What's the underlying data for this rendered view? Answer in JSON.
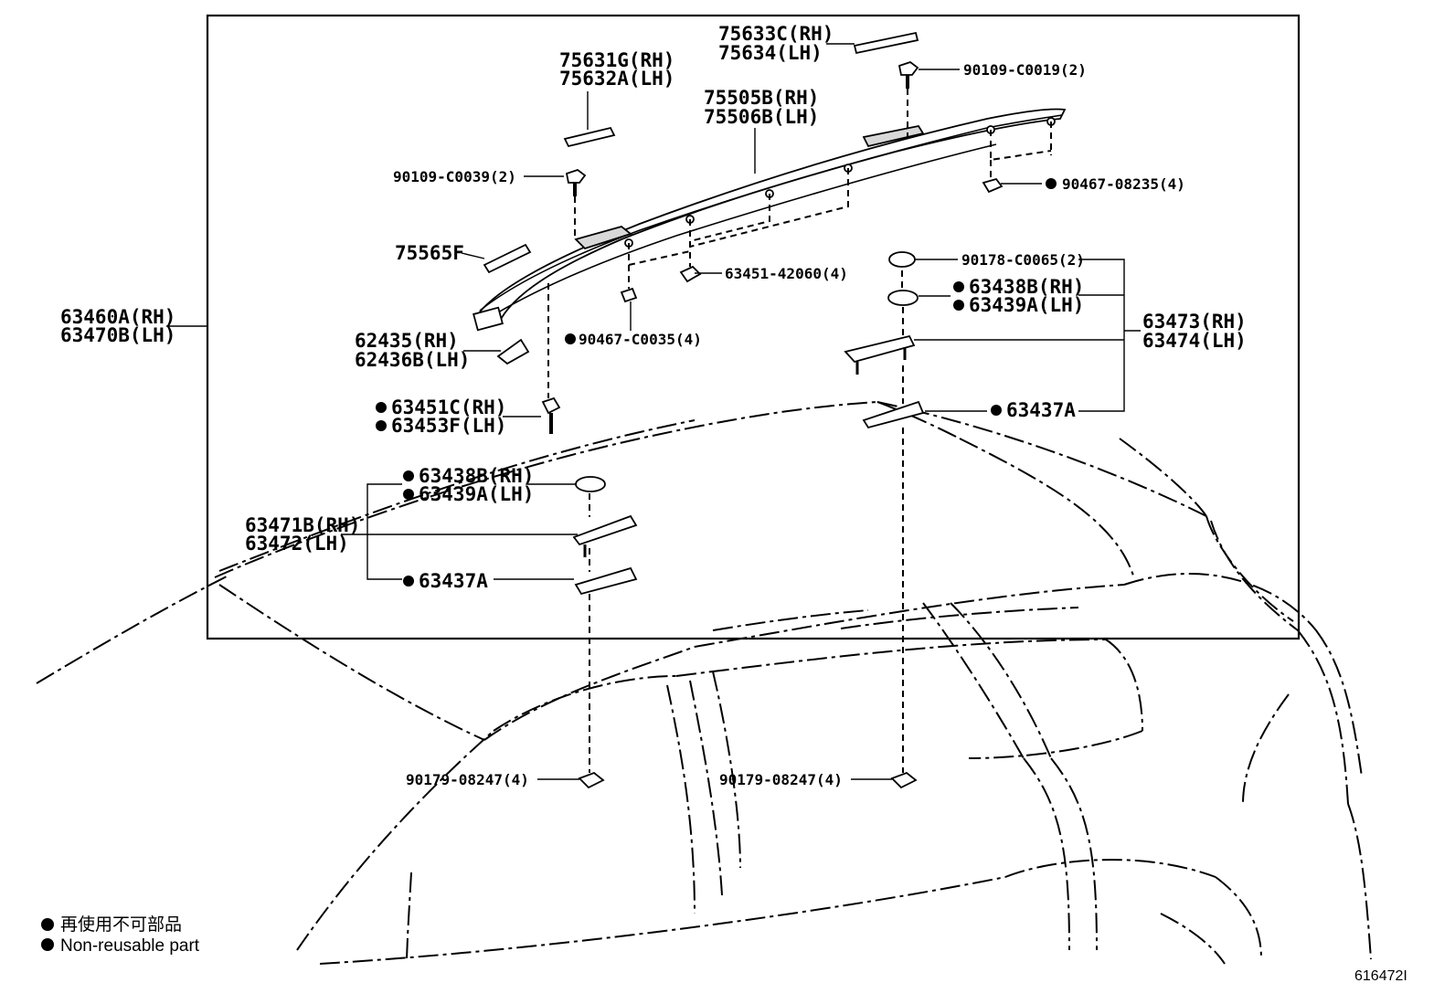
{
  "labels": {
    "l_75633C": "75633C(RH)",
    "l_75634": "75634(LH)",
    "l_75631G": "75631G(RH)",
    "l_75632A": "75632A(LH)",
    "l_90109_C0019": "90109-C0019(2)",
    "l_75505B": "75505B(RH)",
    "l_75506B": "75506B(LH)",
    "l_90109_C0039": "90109-C0039(2)",
    "l_90467_08235": "90467-08235(4)",
    "l_75565F": "75565F",
    "l_90178_C0065": "90178-C0065(2)",
    "l_63451_42060": "63451-42060(4)",
    "l_63438B_top": "63438B(RH)",
    "l_63439A_top": "63439A(LH)",
    "l_63460A": "63460A(RH)",
    "l_63470B": "63470B(LH)",
    "l_63473": "63473(RH)",
    "l_63474": "63474(LH)",
    "l_62435": "62435(RH)",
    "l_62436B": "62436B(LH)",
    "l_90467_C0035": "90467-C0035(4)",
    "l_63451C": "63451C(RH)",
    "l_63453F": "63453F(LH)",
    "l_63437A_top": "63437A",
    "l_63438B_bot": "63438B(RH)",
    "l_63439A_bot": "63439A(LH)",
    "l_63471B": "63471B(RH)",
    "l_63472": "63472(LH)",
    "l_63437A_bot": "63437A",
    "l_90179_left": "90179-08247(4)",
    "l_90179_right": "90179-08247(4)"
  },
  "legend": {
    "jp": "再使用不可部品",
    "en": "Non-reusable part"
  },
  "figure_id": "616472I"
}
